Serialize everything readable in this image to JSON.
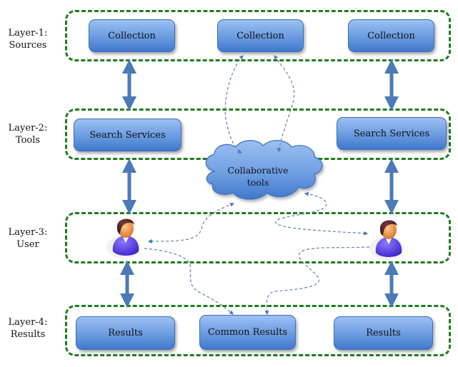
{
  "diagram": {
    "layers": [
      {
        "label_line1": "Layer-1:",
        "label_line2": "Sources"
      },
      {
        "label_line1": "Layer-2:",
        "label_line2": "Tools"
      },
      {
        "label_line1": "Layer-3:",
        "label_line2": "User"
      },
      {
        "label_line1": "Layer-4:",
        "label_line2": "Results"
      }
    ],
    "sources": [
      "Collection",
      "Collection",
      "Collection"
    ],
    "tools": [
      "Search Services",
      "Search Services"
    ],
    "collaborative": {
      "line1": "Collaborative",
      "line2": "tools"
    },
    "users": [
      "user-left",
      "user-right"
    ],
    "results": [
      "Results",
      "Common Results",
      "Results"
    ],
    "colors": {
      "frame": "#1e7d1e",
      "node_fill": "#6a9be0",
      "arrow": "#4a7ab8",
      "dashed_arrow": "#5b83b8"
    }
  }
}
